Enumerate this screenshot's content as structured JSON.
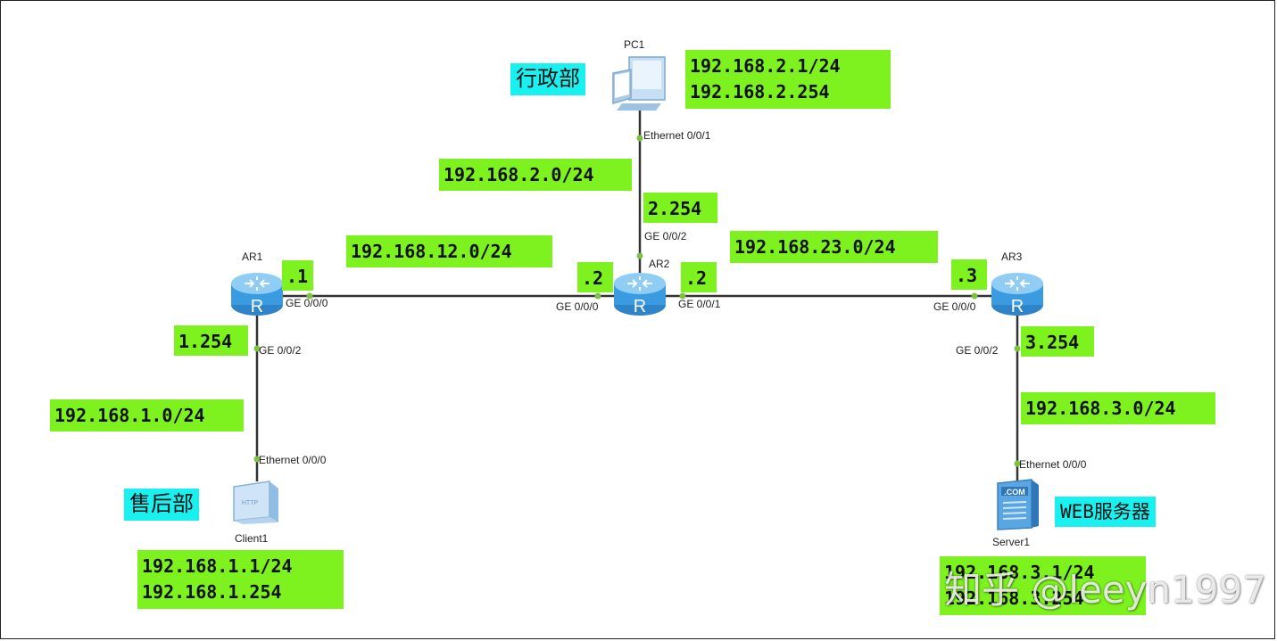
{
  "devices": {
    "pc1": "PC1",
    "ar1": "AR1",
    "ar2": "AR2",
    "ar3": "AR3",
    "client1": "Client1",
    "server1": "Server1"
  },
  "ports": {
    "pc1_eth": "Ethernet 0/0/1",
    "ar2_ge002": "GE 0/0/2",
    "ar1_ge000": "GE 0/0/0",
    "ar1_ge002": "GE 0/0/2",
    "ar2_ge000": "GE 0/0/0",
    "ar2_ge001": "GE 0/0/1",
    "ar3_ge000": "GE 0/0/0",
    "ar3_ge002": "GE 0/0/2",
    "client_eth": "Ethernet 0/0/0",
    "server_eth": "Ethernet 0/0/0"
  },
  "annotations": {
    "pc1_addr": [
      "192.168.2.1/24",
      "192.168.2.254"
    ],
    "net_2": "192.168.2.0/24",
    "ar2_g2": "2.254",
    "net_12": "192.168.12.0/24",
    "net_23": "192.168.23.0/24",
    "ar1_g0": ".1",
    "ar2_g0": ".2",
    "ar2_g1": ".2",
    "ar3_g0": ".3",
    "ar1_g2": "1.254",
    "ar3_g2": "3.254",
    "net_1": "192.168.1.0/24",
    "net_3": "192.168.3.0/24",
    "client_addr": [
      "192.168.1.1/24",
      "192.168.1.254"
    ],
    "server_addr": [
      "192.168.3.1/24",
      "192.168.3.254"
    ]
  },
  "departments": {
    "admin": "行政部",
    "after_sales": "售后部",
    "web": "WEB服务器"
  },
  "watermark": "知乎 @leeyn1997",
  "colors": {
    "address_box": "#7df21e",
    "department_box": "#19f0f0",
    "link": "#333333",
    "port_dot": "#7dc242",
    "router": "#3a9be0"
  }
}
